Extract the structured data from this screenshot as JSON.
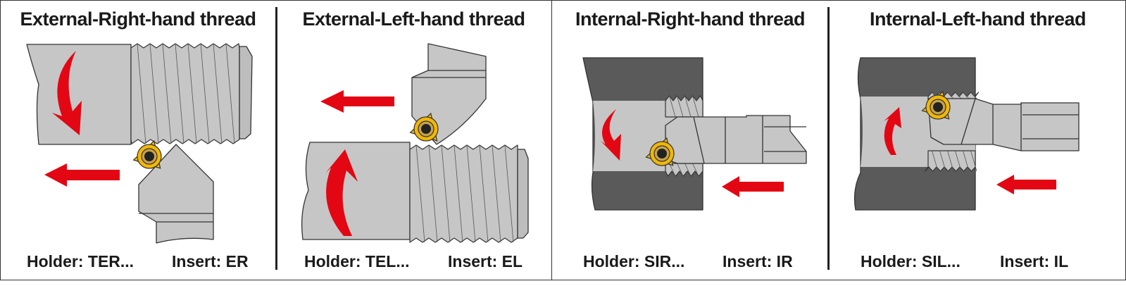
{
  "panels": [
    {
      "title": "External-Right-hand thread",
      "holder": "Holder: TER...",
      "insert": "Insert: ER"
    },
    {
      "title": "External-Left-hand thread",
      "holder": "Holder: TEL...",
      "insert": "Insert: EL"
    },
    {
      "title": "Internal-Right-hand thread",
      "holder": "Holder: SIR...",
      "insert": "Insert: IR"
    },
    {
      "title": "Internal-Left-hand thread",
      "holder": "Holder: SIL...",
      "insert": "Insert: IL"
    }
  ],
  "colors": {
    "arrow": "#e30613",
    "insert": "#f2b705",
    "workpiece": "#c6c6c6",
    "block": "#5a5a5a",
    "outline": "#333333"
  }
}
